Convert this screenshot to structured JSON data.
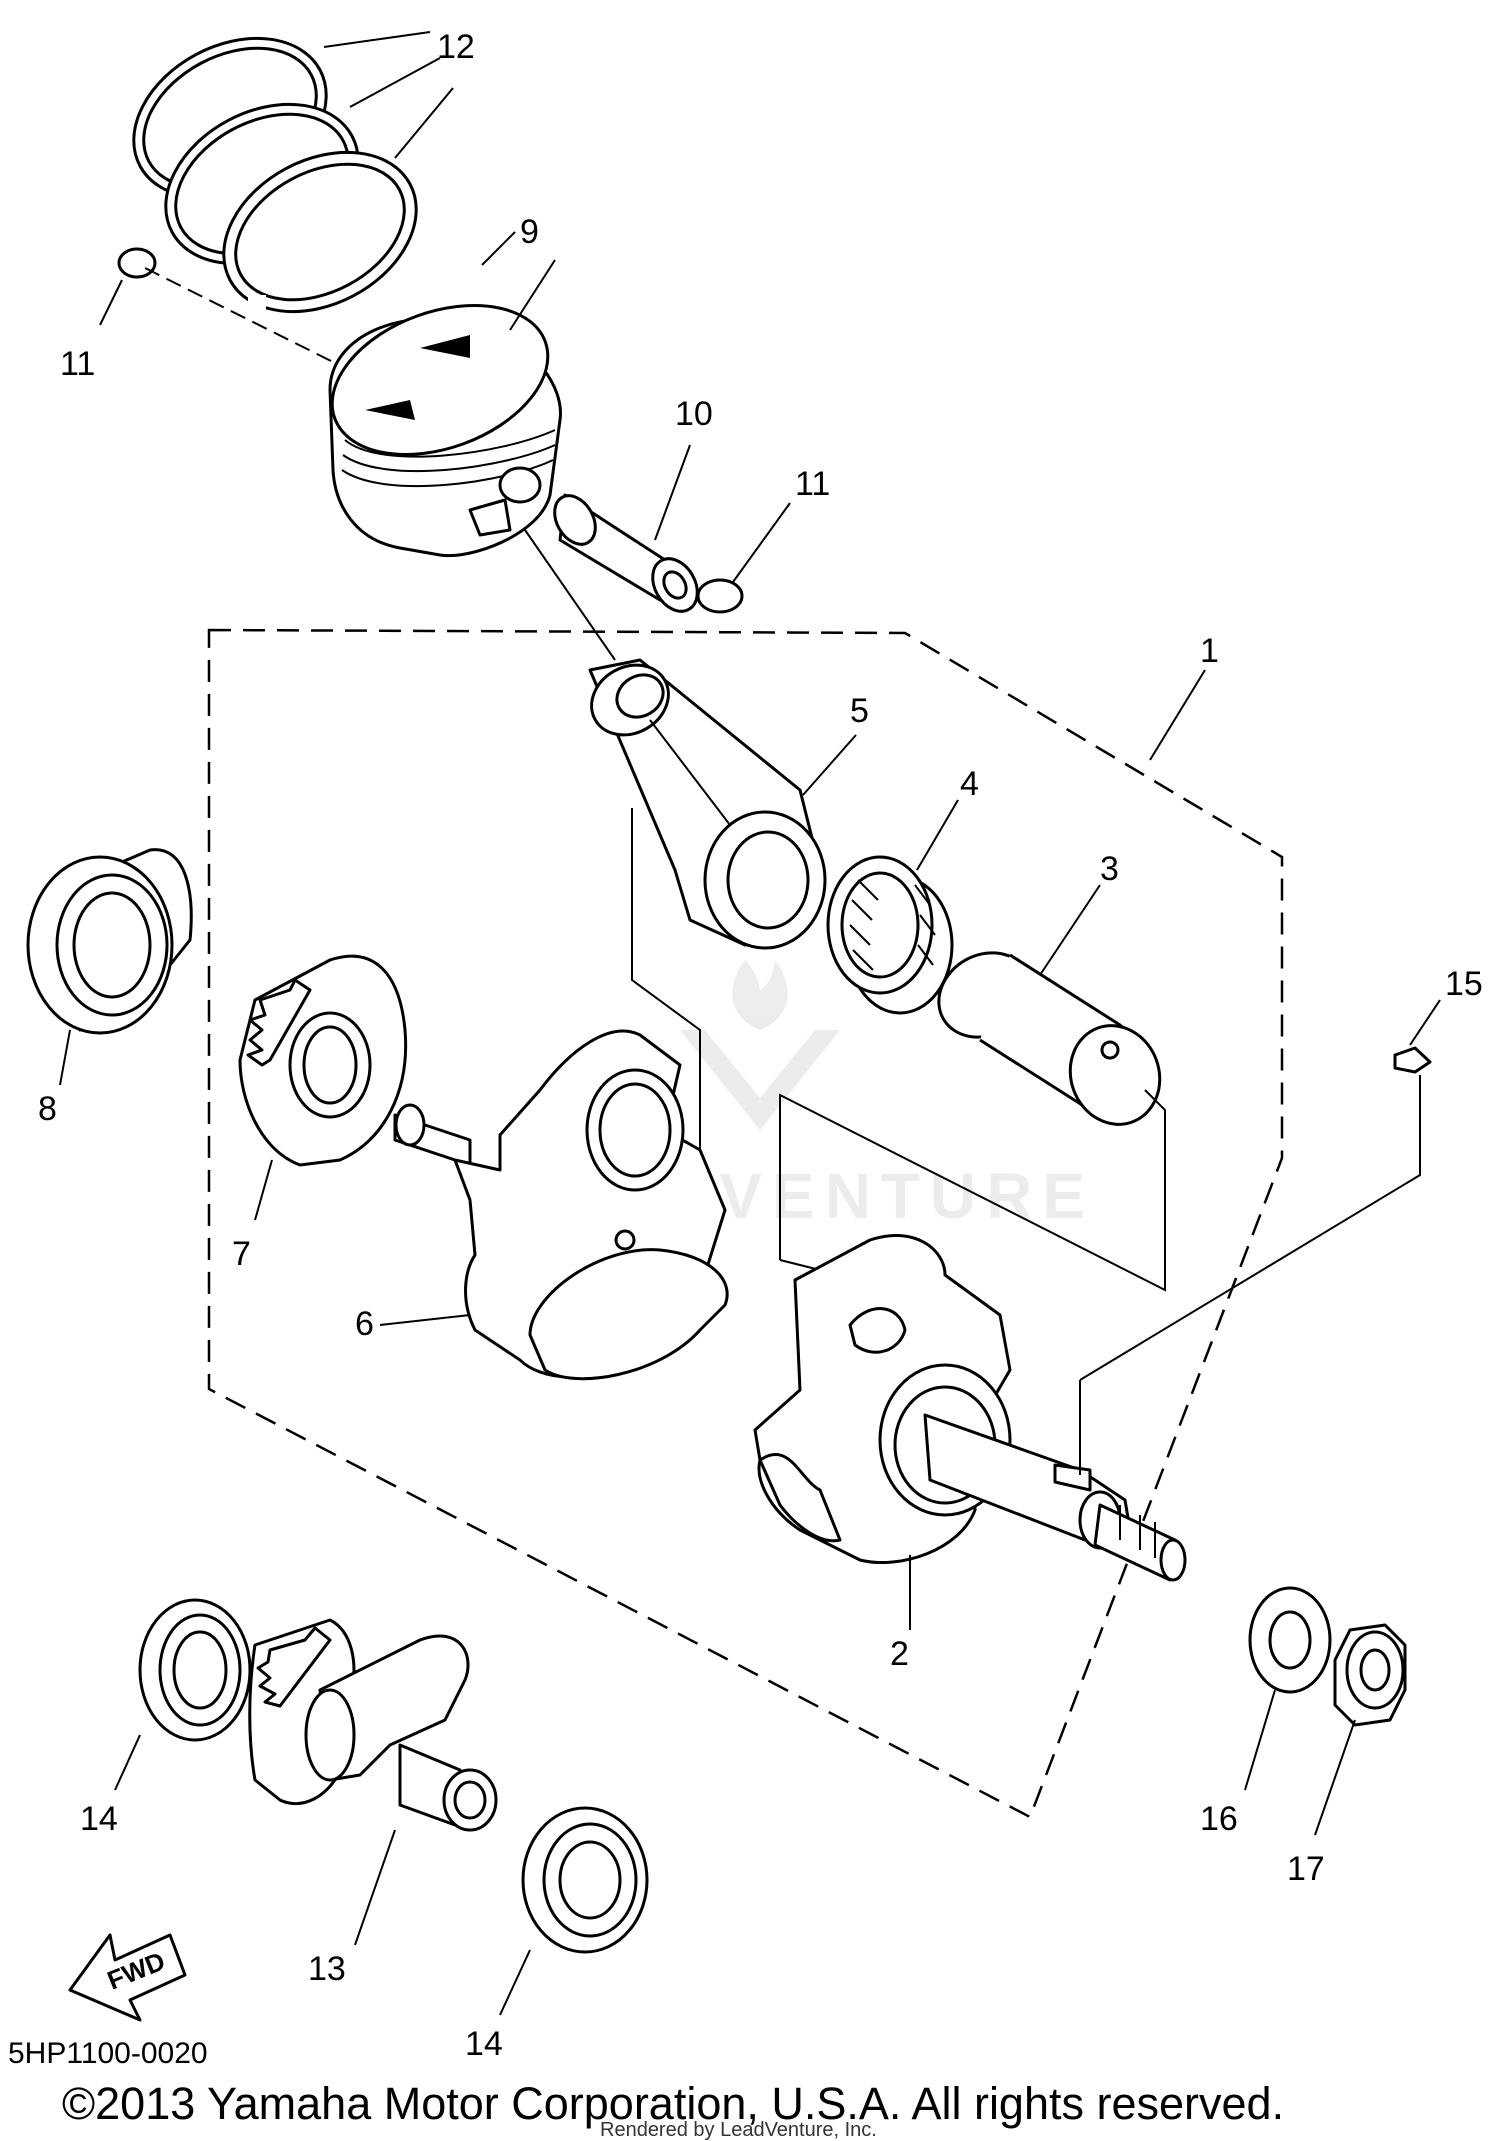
{
  "diagram": {
    "part_labels": {
      "p1": "1",
      "p2": "2",
      "p3": "3",
      "p4": "4",
      "p5": "5",
      "p6": "6",
      "p7": "7",
      "p8": "8",
      "p9": "9",
      "p10": "10",
      "p11a": "11",
      "p11b": "11",
      "p12": "12",
      "p13": "13",
      "p14a": "14",
      "p14b": "14",
      "p15": "15",
      "p16": "16",
      "p17": "17"
    },
    "fwd_label": "FWD",
    "diagram_code": "5HP1100-0020",
    "watermark": "LEADVENTURE"
  },
  "footer": {
    "copyright": "©2013 Yamaha Motor Corporation, U.S.A. All rights reserved.",
    "rendered_by": "Rendered by LeadVenture, Inc."
  },
  "colors": {
    "line": "#000000",
    "background": "#ffffff",
    "watermark": "#000000"
  }
}
